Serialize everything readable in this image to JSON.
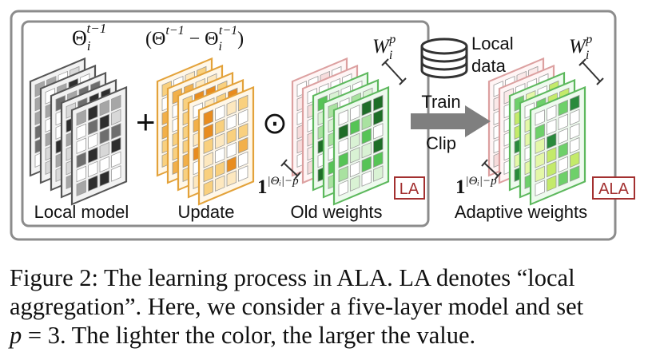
{
  "figure": {
    "labels": {
      "local_model": "Local model",
      "update": "Update",
      "old_weights": "Old weights",
      "adaptive_weights": "Adaptive weights",
      "local_data_line1": "Local",
      "local_data_line2": "data",
      "train": "Train",
      "clip": "Clip",
      "la_badge": "LA",
      "ala_badge": "ALA",
      "plus": "+",
      "hadamard": "⊙"
    },
    "math": {
      "theta_base": "Θ",
      "theta_sub": "i",
      "theta_sup": "t−1",
      "update_open": "(Θ",
      "update_sup1": "t−1",
      "update_minus": " − Θ",
      "update_sub2": "i",
      "update_sup2": "t−1",
      "update_close": ")",
      "w_base": "W",
      "w_sub": "i",
      "w_sup": "p",
      "ones_base": "1",
      "ones_sup": "|Θᵢ|−p"
    },
    "colors": {
      "frame": "#8c8c8c",
      "badge": "#a33030",
      "arrow": "#7f7f7f",
      "orange": "#f0a830",
      "green": "#3aa63a",
      "pink": "#e6a8a8",
      "gray": "#555555"
    }
  },
  "caption": {
    "line1": "Figure 2: The learning process in ALA. LA denotes “local",
    "line2": "aggregation”. Here, we consider a five-layer model and set",
    "line3_var": "p",
    "line3_rest": " = 3. The lighter the color, the larger the value."
  }
}
